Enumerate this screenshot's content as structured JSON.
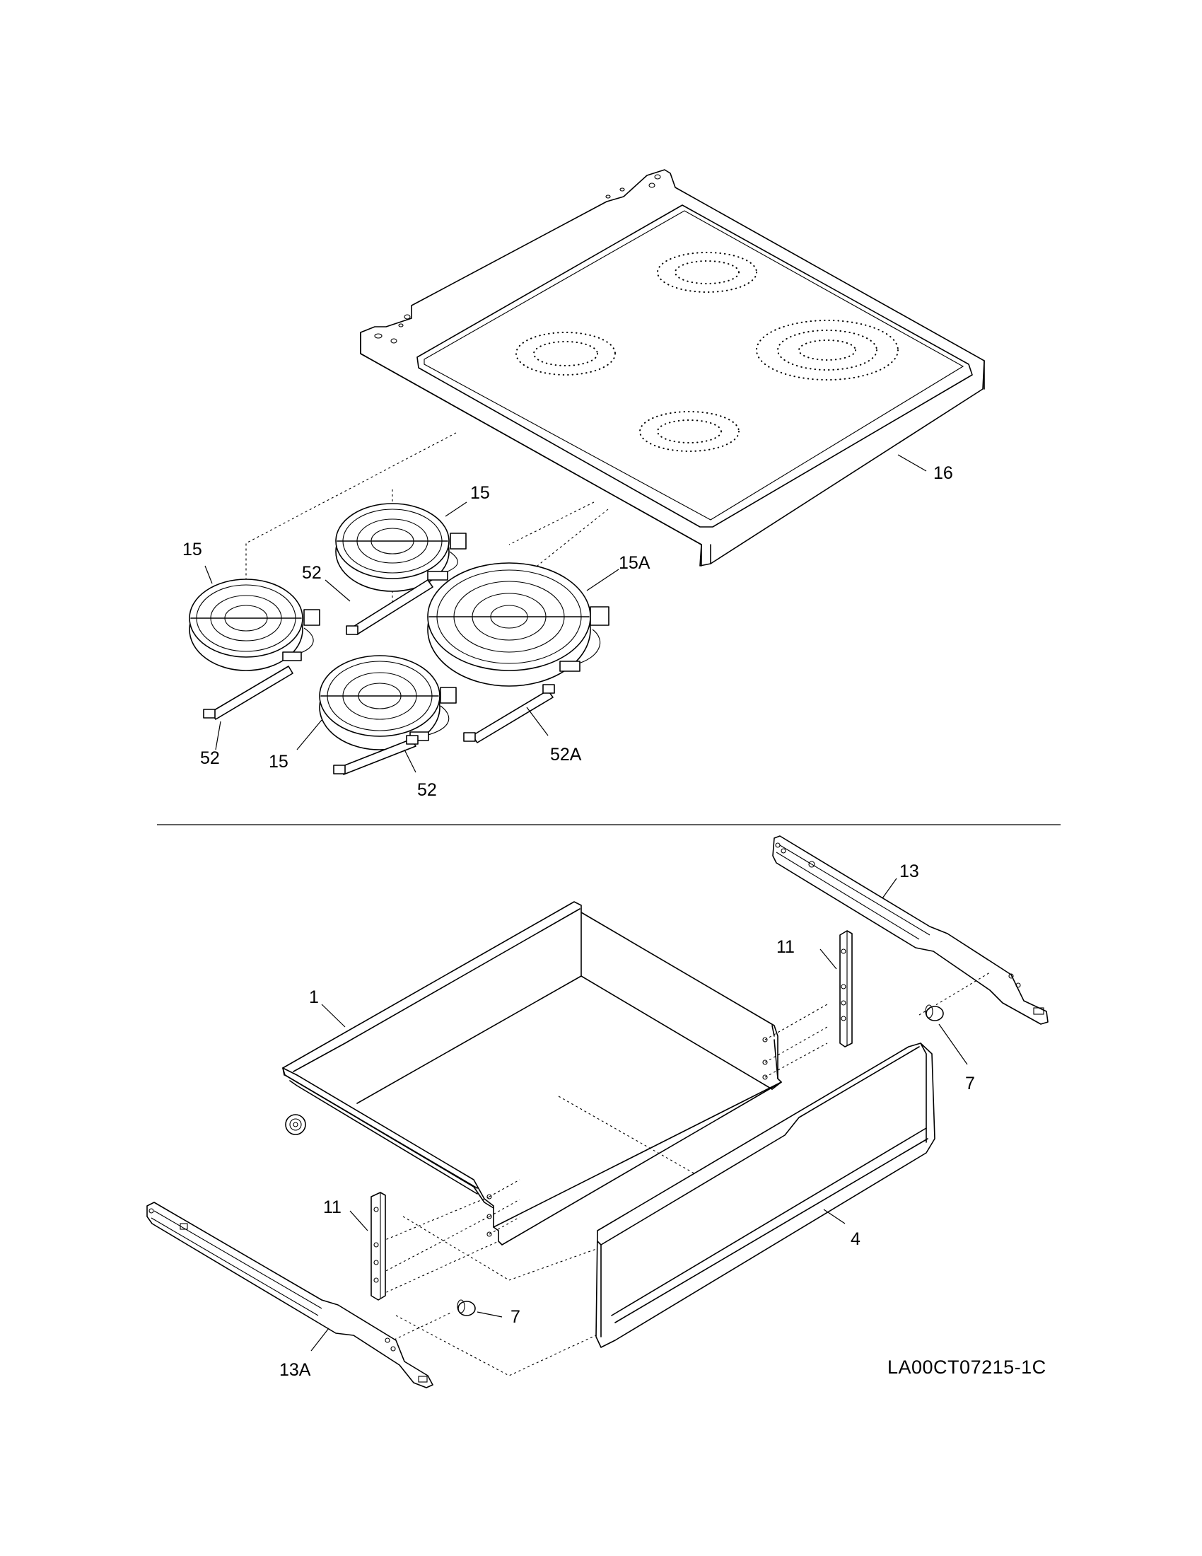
{
  "callouts": {
    "cooktop_glass": "16",
    "element_rear_left": "15",
    "element_front_left": "15",
    "element_front_center": "15",
    "element_large_right": "15A",
    "strap_upper": "52",
    "strap_left": "52",
    "strap_center": "52",
    "strap_large": "52A",
    "drawer_body": "1",
    "slide_right": "13",
    "bracket_right": "11",
    "roller_right": "7",
    "bracket_left": "11",
    "roller_left": "7",
    "slide_left": "13A",
    "drawer_front": "4"
  },
  "diagram_code": "LA00CT07215-1C"
}
